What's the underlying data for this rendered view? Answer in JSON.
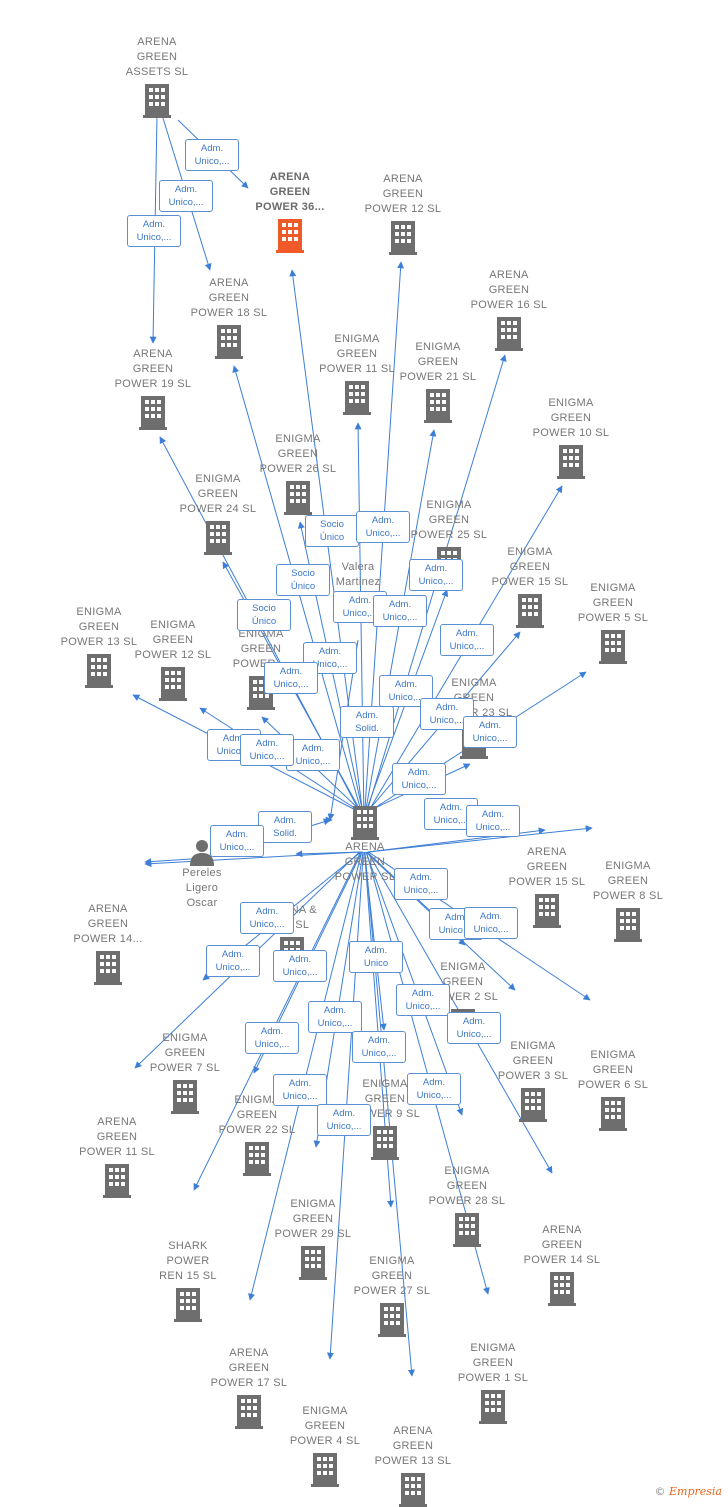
{
  "colors": {
    "edge": "#3d7fd6",
    "building": "#6e6e6e",
    "highlight": "#f05a28",
    "label": "#777777"
  },
  "center": {
    "name": "ARENA\nGREEN\nPOWER  SL"
  },
  "nodes": [
    {
      "id": "n1",
      "name": "ARENA\nGREEN\nASSETS  SL",
      "icon": "building-icon"
    },
    {
      "id": "n2",
      "name": "ARENA\nGREEN\nPOWER 36...",
      "icon": "building-icon",
      "highlight": true
    },
    {
      "id": "n3",
      "name": "ARENA\nGREEN\nPOWER 12  SL",
      "icon": "building-icon"
    },
    {
      "id": "n4",
      "name": "ARENA\nGREEN\nPOWER 16  SL",
      "icon": "building-icon"
    },
    {
      "id": "n5",
      "name": "ARENA\nGREEN\nPOWER 18  SL",
      "icon": "building-icon"
    },
    {
      "id": "n6",
      "name": "ENIGMA\nGREEN\nPOWER 11  SL",
      "icon": "building-icon"
    },
    {
      "id": "n7",
      "name": "ENIGMA\nGREEN\nPOWER 21  SL",
      "icon": "building-icon"
    },
    {
      "id": "n8",
      "name": "ARENA\nGREEN\nPOWER 19  SL",
      "icon": "building-icon"
    },
    {
      "id": "n9",
      "name": "ENIGMA\nGREEN\nPOWER 10  SL",
      "icon": "building-icon"
    },
    {
      "id": "n10",
      "name": "ENIGMA\nGREEN\nPOWER 26  SL",
      "icon": "building-icon"
    },
    {
      "id": "n11",
      "name": "ENIGMA\nGREEN\nPOWER 24  SL",
      "icon": "building-icon"
    },
    {
      "id": "n12",
      "name": "ENIGMA\nGREEN\nPOWER 25  SL",
      "icon": "building-icon"
    },
    {
      "id": "n13",
      "name": "ENIGMA\nGREEN\nPOWER 15  SL",
      "icon": "building-icon"
    },
    {
      "id": "n14",
      "name": "ENIGMA\nGREEN\nPOWER 5  SL",
      "icon": "building-icon"
    },
    {
      "id": "n15",
      "name": "ENIGMA\nGREEN\nPOWER 13  SL",
      "icon": "building-icon"
    },
    {
      "id": "n16",
      "name": "ENIGMA\nGREEN\nPOWER 12  SL",
      "icon": "building-icon"
    },
    {
      "id": "n17",
      "name": "ENIGMA\nGREEN\nPOWER ...",
      "icon": "building-icon"
    },
    {
      "id": "n18",
      "name": "ENIGMA\nGREEN\nPOWER 23  SL",
      "icon": "building-icon"
    },
    {
      "id": "n19",
      "name": "ARENA\nGREEN\nPOWER 15  SL",
      "icon": "building-icon"
    },
    {
      "id": "n20",
      "name": "ENIGMA\nGREEN\nPOWER 8  SL",
      "icon": "building-icon"
    },
    {
      "id": "n21",
      "name": "ARENA\nGREEN\nPOWER 14...",
      "icon": "building-icon"
    },
    {
      "id": "n22",
      "name": "ARENA &\nRO  SL",
      "icon": "building-icon"
    },
    {
      "id": "n23",
      "name": "ENIGMA\nGREEN\nPOWER 2  SL",
      "icon": "building-icon"
    },
    {
      "id": "n24",
      "name": "ENIGMA\nGREEN\nPOWER 7  SL",
      "icon": "building-icon"
    },
    {
      "id": "n25",
      "name": "ENIGMA\nGREEN\nPOWER 3  SL",
      "icon": "building-icon"
    },
    {
      "id": "n26",
      "name": "ENIGMA\nGREEN\nPOWER 6  SL",
      "icon": "building-icon"
    },
    {
      "id": "n27",
      "name": "ARENA\nGREEN\nPOWER 11  SL",
      "icon": "building-icon"
    },
    {
      "id": "n28",
      "name": "ENIGMA\nGREEN\nPOWER 22  SL",
      "icon": "building-icon"
    },
    {
      "id": "n29",
      "name": "ENIGMA\nGREEN\nPOWER 9  SL",
      "icon": "building-icon"
    },
    {
      "id": "n30",
      "name": "ENIGMA\nGREEN\nPOWER 28  SL",
      "icon": "building-icon"
    },
    {
      "id": "n31",
      "name": "ENIGMA\nGREEN\nPOWER 29  SL",
      "icon": "building-icon"
    },
    {
      "id": "n32",
      "name": "ARENA\nGREEN\nPOWER 14  SL",
      "icon": "building-icon"
    },
    {
      "id": "n33",
      "name": "SHARK\nPOWER\nREN 15  SL",
      "icon": "building-icon"
    },
    {
      "id": "n34",
      "name": "ENIGMA\nGREEN\nPOWER 27  SL",
      "icon": "building-icon"
    },
    {
      "id": "n35",
      "name": "ENIGMA\nGREEN\nPOWER 1  SL",
      "icon": "building-icon"
    },
    {
      "id": "n36",
      "name": "ARENA\nGREEN\nPOWER 17  SL",
      "icon": "building-icon"
    },
    {
      "id": "n37",
      "name": "ENIGMA\nGREEN\nPOWER 4  SL",
      "icon": "building-icon"
    },
    {
      "id": "n38",
      "name": "ARENA\nGREEN\nPOWER 13  SL",
      "icon": "building-icon"
    }
  ],
  "persons": [
    {
      "id": "p1",
      "name": "Valera\nMartinez",
      "icon": "person-icon"
    },
    {
      "id": "p2",
      "name": "Pereles\nLigero\nOscar",
      "icon": "person-icon"
    }
  ],
  "edge_labels": [
    "Adm.\nUnico,...",
    "Adm.\nUnico,...",
    "Adm.\nUnico,...",
    "Socio\nÚnico",
    "Adm.\nUnico,...",
    "Socio\nÚnico",
    "Adm.\nUnico,...",
    "Socio\nÚnico",
    "Adm.\nUnico,...",
    "Adm.\nUnico,...",
    "Adm.\nUnico,...",
    "Adm.\nUnico,...",
    "Adm.\nUnico,...",
    "Adm.\nUnico,...",
    "Adm.\nSolid.",
    "Adm.\nUnico,...",
    "Adm.\nUnico,...",
    "Adm.\nUnico,...",
    "Adm.\nUnico,...",
    "Adm.\nUnico,...",
    "Adm.\nSolid.",
    "Adm.\nUnico,...",
    "Adm.\nUnico,...",
    "Adm.\nUnico,...",
    "Adm.\nUnico,...",
    "Adm.\nUnico,...",
    "Adm.\nUnico,...",
    "Adm.\nUnico,...",
    "Adm.\nUnico,...",
    "Adm.\nUnico,...",
    "Adm.\nUnico,...",
    "Adm.\nUnico",
    "Adm.\nUnico,...",
    "Adm.\nUnico,...",
    "Adm.\nUnico,...",
    "Adm.\nUnico,...",
    "Adm.\nUnico,...",
    "Adm.\nUnico,...",
    "Adm.\nUnico,...",
    "Adm.\nUnico,..."
  ],
  "footer": {
    "copyright": "©",
    "brand": "Empresia"
  }
}
